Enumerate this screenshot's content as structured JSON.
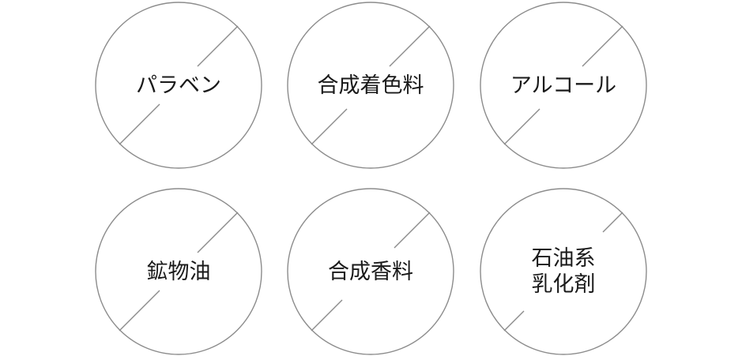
{
  "badges": [
    {
      "lines": [
        "パラベン"
      ]
    },
    {
      "lines": [
        "合成着色料"
      ]
    },
    {
      "lines": [
        "アルコール"
      ]
    },
    {
      "lines": [
        "鉱物油"
      ]
    },
    {
      "lines": [
        "合成香料"
      ]
    },
    {
      "lines": [
        "石油系",
        "乳化剤"
      ]
    }
  ],
  "colors": {
    "ring": "#8c8c8c",
    "text": "#1a1a1a",
    "background": "#ffffff"
  }
}
